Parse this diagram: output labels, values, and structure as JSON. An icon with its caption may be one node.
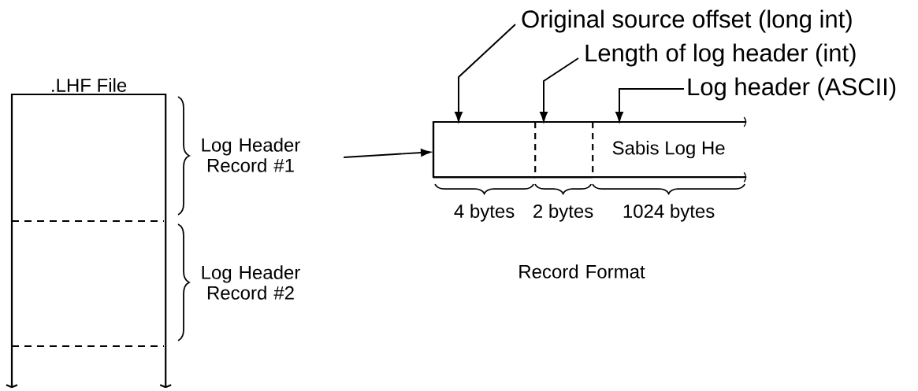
{
  "diagram": {
    "nodes": [
      {
        "text": [
          ".LHF File"
        ]
      },
      {
        "text": [
          "Log Header Record #1"
        ]
      },
      {
        "text": [],
        "shape": "box"
      },
      {
        "text": [],
        "shape": "box",
        "in": 2,
        "beside": [
          "4 bytes"
        ]
      },
      {
        "text": [],
        "shape": "box",
        "in": 2,
        "beside": [
          "2 bytes"
        ]
      },
      {
        "text": [
          "Sabis Log He"
        ],
        "in": 2,
        "beside": [
          "1024 bytes"
        ]
      },
      {
        "text": [
          "Original source offset (long int)"
        ]
      },
      {
        "text": [
          "Length of log header (int)"
        ]
      },
      {
        "text": [
          "Log header (ASCII)"
        ]
      }
    ],
    "edges": [
      {
        "from": 1,
        "to": 2,
        "arrow": "to"
      },
      {
        "from": 6,
        "to": 3,
        "arrow": "to"
      },
      {
        "from": 7,
        "to": 4,
        "arrow": "to"
      },
      {
        "from": 8,
        "to": 5,
        "arrow": "to"
      }
    ],
    "labels": [
      "Log Header Record #2",
      "Record Format"
    ]
  }
}
